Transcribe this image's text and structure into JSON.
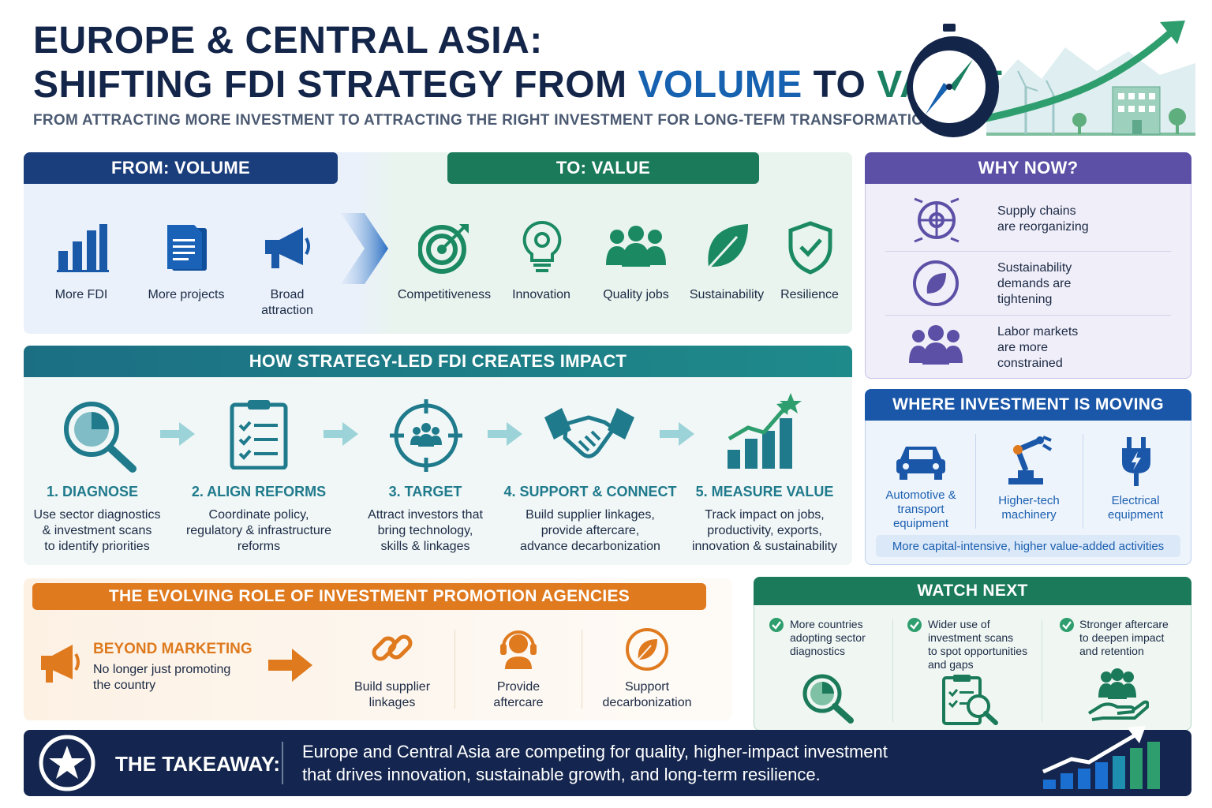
{
  "header": {
    "title_line1": "EUROPE & CENTRAL ASIA:",
    "title_line2_prefix": "SHIFTING FDI STRATEGY FROM ",
    "title_line2_volume": "VOLUME",
    "title_line2_mid": " TO ",
    "title_line2_value": "VALUE",
    "subtitle": "FROM ATTRACTING MORE INVESTMENT TO ATTRACTING THE RIGHT INVESTMENT FOR LONG-TEFM TRANSFORMATION"
  },
  "from": {
    "heading": "FROM: VOLUME",
    "items": [
      {
        "label": "More FDI",
        "icon": "bar-chart-icon"
      },
      {
        "label": "More projects",
        "icon": "document-icon"
      },
      {
        "label": "Broad attraction",
        "icon": "megaphone-icon"
      }
    ]
  },
  "to": {
    "heading": "TO: VALUE",
    "items": [
      {
        "label": "Competitiveness",
        "icon": "target-icon"
      },
      {
        "label": "Innovation",
        "icon": "lightbulb-icon"
      },
      {
        "label": "Quality jobs",
        "icon": "people-icon"
      },
      {
        "label": "Sustainability",
        "icon": "leaf-icon"
      },
      {
        "label": "Resilience",
        "icon": "shield-icon"
      }
    ]
  },
  "why_now": {
    "heading": "WHY NOW?",
    "items": [
      {
        "line1": "Supply chains",
        "line2": "are reorganizing",
        "line3": "",
        "icon": "supply-chain-icon"
      },
      {
        "line1": "Sustainability",
        "line2": "demands are",
        "line3": "tightening",
        "icon": "leaf-circle-icon"
      },
      {
        "line1": "Labor markets",
        "line2": "are more",
        "line3": "constrained",
        "icon": "people-icon"
      }
    ]
  },
  "how": {
    "heading": "HOW STRATEGY-LED FDI CREATES IMPACT",
    "steps": [
      {
        "title": "1. DIAGNOSE",
        "line1": "Use sector diagnostics",
        "line2": "& investment scans",
        "line3": "to identify priorities",
        "icon": "magnifier-chart-icon"
      },
      {
        "title": "2. ALIGN REFORMS",
        "line1": "Coordinate policy,",
        "line2": "regulatory & infrastructure",
        "line3": "reforms",
        "icon": "clipboard-icon"
      },
      {
        "title": "3. TARGET",
        "line1": "Attract investors that",
        "line2": "bring technology,",
        "line3": "skills & linkages",
        "icon": "crosshair-people-icon"
      },
      {
        "title": "4. SUPPORT & CONNECT",
        "line1": "Build supplier linkages,",
        "line2": "provide aftercare,",
        "line3": "advance decarbonization",
        "icon": "handshake-icon"
      },
      {
        "title": "5. MEASURE VALUE",
        "line1": "Track impact on jobs,",
        "line2": "productivity, exports,",
        "line3": "innovation & sustainability",
        "icon": "growth-chart-icon"
      }
    ]
  },
  "where": {
    "heading": "WHERE INVESTMENT IS MOVING",
    "items": [
      {
        "line1": "Automotive &",
        "line2": "transport",
        "line3": "equipment",
        "icon": "car-icon"
      },
      {
        "line1": "Higher-tech",
        "line2": "machinery",
        "line3": "",
        "icon": "robot-arm-icon"
      },
      {
        "line1": "Electrical",
        "line2": "equipment",
        "line3": "",
        "icon": "plug-icon"
      }
    ],
    "footer": "More capital-intensive, higher value-added activities"
  },
  "ipa": {
    "heading": "THE EVOLVING ROLE OF INVESTMENT PROMOTION AGENCIES",
    "beyond_title": "BEYOND MARKETING",
    "beyond_line1": "No longer just promoting",
    "beyond_line2": "the country",
    "items": [
      {
        "line1": "Build supplier",
        "line2": "linkages",
        "icon": "chain-link-icon"
      },
      {
        "line1": "Provide",
        "line2": "aftercare",
        "icon": "headset-icon"
      },
      {
        "line1": "Support",
        "line2": "decarbonization",
        "icon": "leaf-circle-icon"
      }
    ]
  },
  "watch": {
    "heading": "WATCH NEXT",
    "items": [
      {
        "lines": [
          "More countries",
          "adopting sector",
          "diagnostics"
        ],
        "icon": "magnifier-chart-icon"
      },
      {
        "lines": [
          "Wider use of",
          "investment scans",
          "to spot opportunities",
          "and gaps"
        ],
        "icon": "clipboard-search-icon"
      },
      {
        "lines": [
          "Stronger aftercare",
          "to deepen impact",
          "and retention"
        ],
        "icon": "hand-people-icon"
      }
    ]
  },
  "takeaway": {
    "label": "THE TAKEAWAY:",
    "line1": "Europe and Central Asia are competing for quality, higher-impact investment",
    "line2": "that drives innovation, sustainable growth, and long-term resilience."
  },
  "colors": {
    "navy": "#14254a",
    "blue": "#1762b0",
    "green": "#1a8061",
    "teal": "#1f7a8c",
    "purple": "#5b50a6",
    "orange": "#e07a1f"
  }
}
